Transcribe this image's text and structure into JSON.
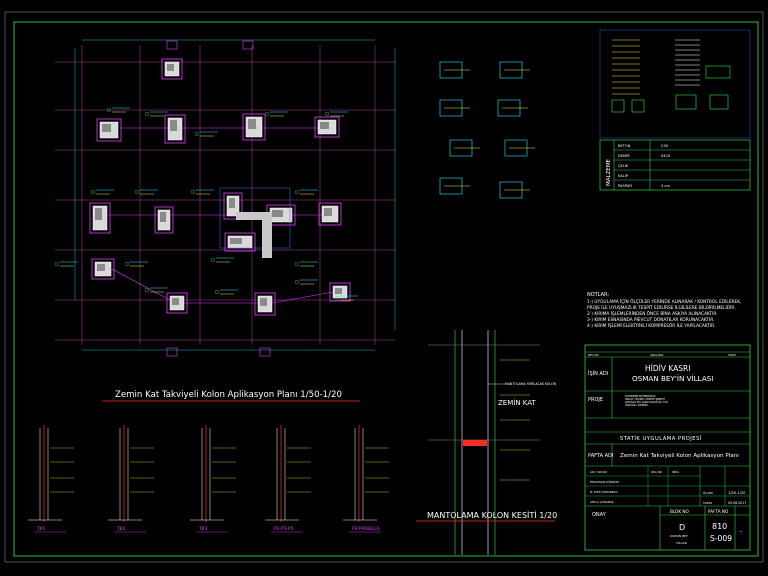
{
  "plan": {
    "title": "Zemin Kat Takviyeli Kolon Aplikasyon Planı  1/50-1/20",
    "section_title": "MANTOLAMA KOLON KESİTİ  1/20",
    "section_floor": "ZEMİN KAT",
    "section_note": "MANTOLAMA YAPILACAK KOLON",
    "detail_labels": [
      "TK1",
      "TK2",
      "TK3",
      "P1-P3-P5",
      "P3-P4(BELLİ)"
    ]
  },
  "notes": {
    "heading": "NOTLAR:",
    "lines": [
      "1-) UYGULAMA İÇİN ÖLÇÜLER YERİNDE ALINARAK / KONTROL EDİLEREK,",
      "PROJE İLE UYUŞMAZLIK TESPİT EDİLİRSE İLGİLİLERE BİLDİRİLMELİDİR.",
      "2-) KIRIMA İŞLEMLERİNDEN ÖNCE BİNA ASKIYA ALINACAKTIR.",
      "3-) KIRIM ESNASINDA MEVCUT DONATILAR KORUNACAKTIR.",
      "4-) KIRIM İŞLEMİ ELEKTRİKLİ KOMPRESÖR İLE YAPILACAKTIR."
    ]
  },
  "materials": {
    "heading": "MALZEME",
    "rows": [
      {
        "label": "BETON",
        "value": "C30"
      },
      {
        "label": "DEMİR",
        "value": "S420"
      },
      {
        "label": "ÇELİK",
        "value": ""
      },
      {
        "label": "KALIP",
        "value": ""
      },
      {
        "label": "PASPAYI",
        "value": "3 cm"
      }
    ]
  },
  "title_block": {
    "header_marks": [
      "REV. NO",
      "AÇIKLAMA",
      "TARİH"
    ],
    "is_label": "İŞİN ADI",
    "project_name_1": "HİDİV KASRI",
    "project_name_2": "OSMAN BEY'İN VİLLASI",
    "proje_label": "PROJE",
    "company_lines": [
      "FORMSPEN MÜHENDİSLİK",
      "İNŞAAT TİCARET LİMİTED ŞİRKETİ",
      "KOZAĞACI MH. ÇINAR SOKAĞI NO: 18/1",
      "ÜSKÜDAR / İSTANBUL"
    ],
    "stage": "STATİK UYGULAMA PROJESİ",
    "pafta_label": "PAFTA ADI",
    "pafta_name": "Zemin Kat Takviyeli Kolon Aplikasyon Planı",
    "signature_rows": [
      {
        "role": "ADI / SOYADI",
        "sicil": "ODA NO",
        "imza": "İMZA"
      },
      {
        "role": "FERUZHAN GÜLTEKİN",
        "sicil": "",
        "imza": ""
      },
      {
        "role": "M. FATİH ÖZKANBAYI",
        "sicil": "",
        "imza": ""
      },
      {
        "role": "ATİLLA ÇATALBAŞ",
        "sicil": "",
        "imza": ""
      }
    ],
    "scale_label": "ÖLÇEK",
    "scale": "1/50-1/20",
    "date_label": "TARİH",
    "date": "09.08.2017",
    "onay": "ONAY",
    "blok_label": "BLOK NO",
    "pafta_no_label": "PAFTA NO",
    "blok": "D",
    "blok_sub": "OSMAN BEY",
    "blok_sub2": "VİLLASI",
    "pafta_no_1": "810",
    "pafta_no_2": "S-009",
    "rev": "-"
  },
  "colors": {
    "frame": "#2fd24a",
    "text": "#ffffff",
    "red": "#ff2a2a",
    "magenta": "#e33bff",
    "cyan": "#27e7ff",
    "yellow": "#f5e93a",
    "green": "#37e34a",
    "grid": "#ff5fe0",
    "blue": "#4a6cff"
  }
}
